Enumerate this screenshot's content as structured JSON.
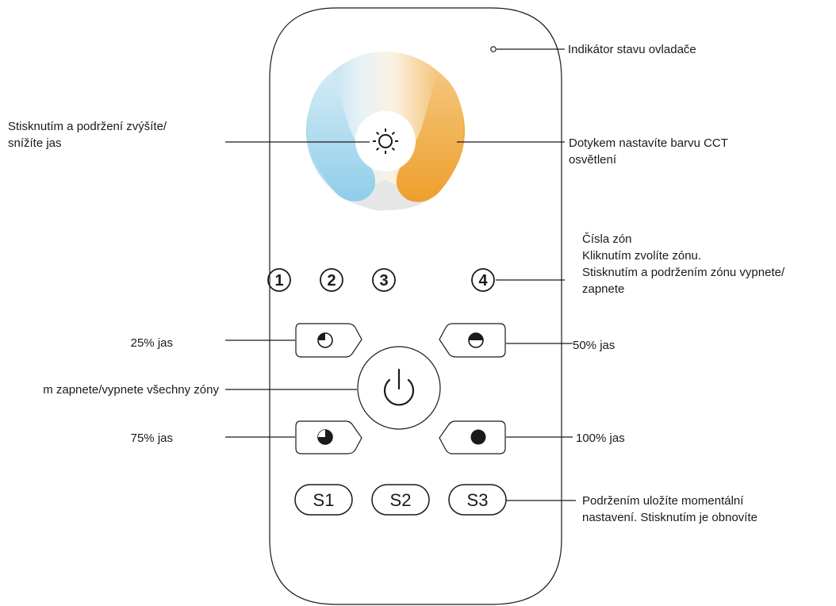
{
  "callouts": {
    "indicator": "Indikátor stavu ovladače",
    "brightness_line1": "Stisknutím a podržení zvýšíte/",
    "brightness_line2": "snížíte jas",
    "cct_line1": "Dotykem nastavíte barvu CCT",
    "cct_line2": "osvětlení",
    "zones_line1": "Čísla zón",
    "zones_line2": "Kliknutím zvolíte zónu.",
    "zones_line3": "Stisknutím a podržením zónu vypnete/",
    "zones_line4": "zapnete",
    "b25": "25% jas",
    "b50": "50% jas",
    "power": "m zapnete/vypnete všechny zóny",
    "b75": "75% jas",
    "b100": "100% jas",
    "scene_line1": "Podržením uložíte momentální",
    "scene_line2": "nastavení. Stisknutím je obnovíte"
  },
  "zones": [
    "1",
    "2",
    "3",
    "4"
  ],
  "scenes": [
    "S1",
    "S2",
    "S3"
  ],
  "icons": {
    "sun": "sun-icon",
    "power": "power-icon",
    "quarter": "brightness-25-icon",
    "half": "brightness-50-icon",
    "three_quarter": "brightness-75-icon",
    "full": "brightness-100-icon"
  },
  "colors": {
    "warm": "#f0a93a",
    "cool": "#9fd3ea",
    "neutral": "#e6e6e6"
  }
}
